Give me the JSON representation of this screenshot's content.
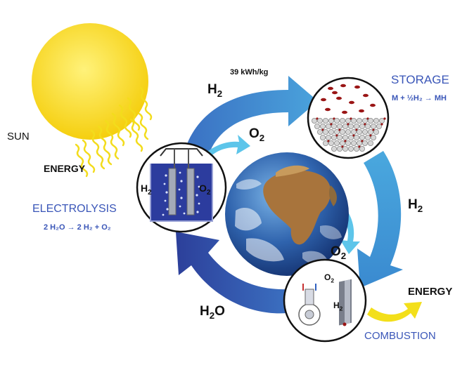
{
  "labels": {
    "sun": "SUN",
    "energy_left": "ENERGY",
    "electrolysis": "ELECTROLYSIS",
    "electrolysis_eq": "2 H₂O → 2 H₂ + O₂",
    "h2_top": "H",
    "energy_density": "39 kWh/kg",
    "o2_top": "O",
    "storage": "STORAGE",
    "storage_eq": "M + ½H₂ → MH",
    "h2_right": "H",
    "o2_right": "O",
    "energy_right": "ENERGY",
    "combustion": "COMBUSTION",
    "h2o_bottom": "H",
    "h2o_bottom_tail": "O",
    "cell_h2": "H",
    "cell_o2": "O",
    "fuel_o2": "O",
    "fuel_h2": "H",
    "sub2": "2"
  },
  "colors": {
    "sun": "#f7d81f",
    "sun_rays": "#f5de1c",
    "arrow_dark": "#2e4fa8",
    "arrow_mid": "#3b86c9",
    "arrow_light": "#5cc6ea",
    "combustion_arrow": "#f3df1a",
    "text_blue": "#3a56b8"
  }
}
